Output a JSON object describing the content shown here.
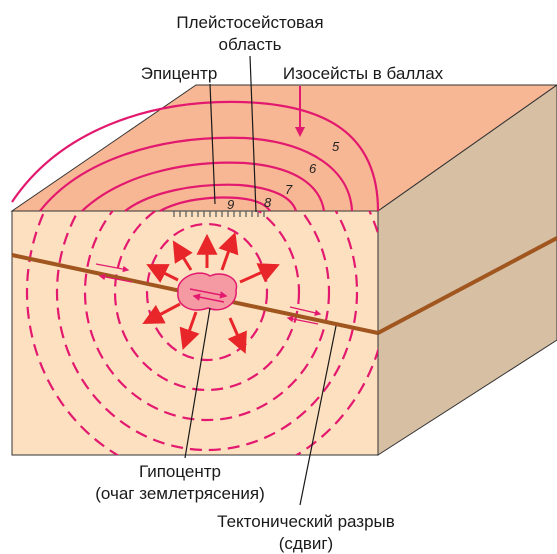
{
  "labels": {
    "pleistoseist_line1": "Плейстосейстовая",
    "pleistoseist_line2": "область",
    "epicenter": "Эпицентр",
    "isoseists": "Изосейсты в баллах",
    "hypocenter_line1": "Гипоцентр",
    "hypocenter_line2": "(очаг землетрясения)",
    "fault_line1": "Тектонический разрыв",
    "fault_line2": "(сдвиг)"
  },
  "isoseist_values": [
    "9",
    "8",
    "7",
    "6",
    "5"
  ],
  "colors": {
    "top_surface": "#f7b795",
    "front_face": "#fde0c0",
    "side_face": "#d6bfa3",
    "isoseist_line": "#e2196e",
    "fault_line": "#a0561e",
    "arrow": "#e8262a",
    "focus_fill": "#f59aa3"
  }
}
